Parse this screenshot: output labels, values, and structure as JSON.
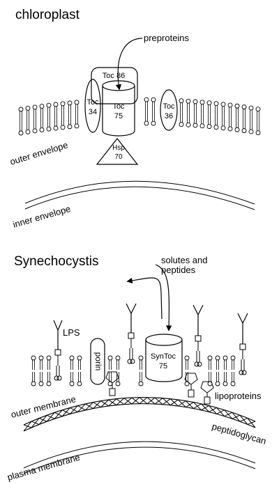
{
  "chloroplast": {
    "title": "chloroplast",
    "preproteins_label": "preproteins",
    "proteins": {
      "toc86": "Toc 86",
      "toc34_a": "Toc",
      "toc34_b": "34",
      "toc75_a": "Toc",
      "toc75_b": "75",
      "toc36_a": "Toc",
      "toc36_b": "36",
      "hsp_a": "Hsp",
      "hsp_b": "70"
    },
    "outer_envelope_label": "outer envelope",
    "inner_envelope_label": "inner envelope"
  },
  "synechocystis": {
    "title": "Synechocystis",
    "solutes_line1": "solutes and",
    "solutes_line2": "peptides",
    "lps_label": "LPS",
    "porin_label": "porin",
    "syntoc_a": "SynToc",
    "syntoc_b": "75",
    "outer_membrane_label": "outer membrane",
    "lipoproteins_label": "lipoproteins",
    "peptidoglycan_label": "peptidoglycan",
    "plasma_membrane_label": "plasma membrane"
  }
}
